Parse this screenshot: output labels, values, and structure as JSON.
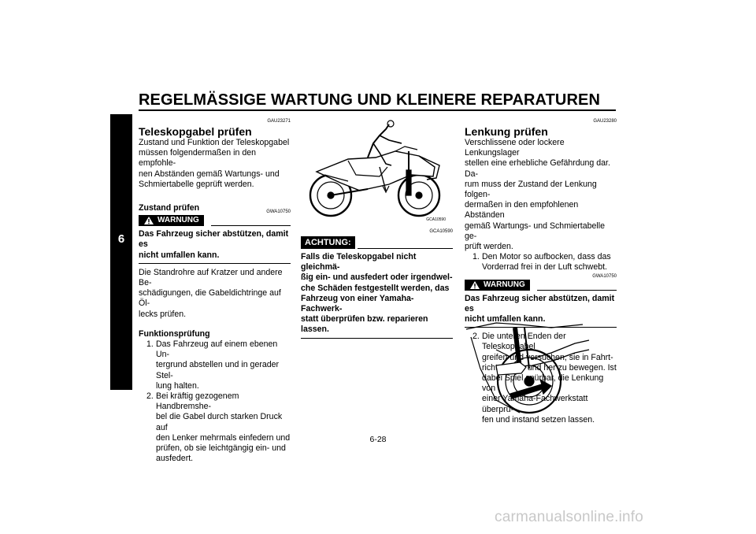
{
  "header": {
    "title": "REGELMÄSSIGE WARTUNG UND KLEINERE REPARATUREN"
  },
  "chapter_tab": "6",
  "col1": {
    "code": "GAU23271",
    "heading": "Teleskopgabel prüfen",
    "intro": [
      "Zustand und Funktion der Teleskopgabel",
      "müssen folgendermaßen in den empfohle-",
      "nen Abständen gemäß Wartungs- und",
      "Schmiertabelle geprüft werden."
    ],
    "subheading1": "Zustand prüfen",
    "warning_code": "GWA10750",
    "warning_label": "WARNUNG",
    "warning_text": [
      "Das Fahrzeug sicher abstützen, damit es",
      "nicht umfallen kann."
    ],
    "body1": [
      "Die Standrohre auf Kratzer und andere Be-",
      "schädigungen, die Gabeldichtringe auf Öl-",
      "lecks prüfen."
    ],
    "subheading2": "Funktionsprüfung",
    "steps": [
      {
        "num": "1.",
        "lines": [
          "Das Fahrzeug auf einem ebenen Un-",
          "tergrund abstellen und in gerader Stel-",
          "lung halten."
        ]
      },
      {
        "num": "2.",
        "lines": [
          "Bei kräftig gezogenem Handbremshe-",
          "bel die Gabel durch starken Druck auf",
          "den Lenker mehrmals einfedern und",
          "prüfen, ob sie leichtgängig ein- und",
          "ausfedert."
        ]
      }
    ]
  },
  "col2": {
    "caution_code": "GCA10590",
    "caution_label": "ACHTUNG:",
    "caution_text": [
      "Falls die Teleskopgabel nicht gleichmä-",
      "ßig ein- und ausfedert oder irgendwel-",
      "che Schäden festgestellt werden, das",
      "Fahrzeug von einer Yamaha-Fachwerk-",
      "statt überprüfen bzw. reparieren lassen."
    ]
  },
  "col3": {
    "code": "GAU23280",
    "heading": "Lenkung prüfen",
    "intro": [
      "Verschlissene oder lockere Lenkungslager",
      "stellen eine erhebliche Gefährdung dar. Da-",
      "rum muss der Zustand der Lenkung folgen-",
      "dermaßen in den empfohlenen Abständen",
      "gemäß Wartungs- und Schmiertabelle ge-",
      "prüft werden."
    ],
    "step1": {
      "num": "1.",
      "lines": [
        "Den Motor so aufbocken, dass das",
        "Vorderrad frei in der Luft schwebt."
      ]
    },
    "warning_code": "GWA10750",
    "warning_label": "WARNUNG",
    "warning_text": [
      "Das Fahrzeug sicher abstützen, damit es",
      "nicht umfallen kann."
    ],
    "step2": {
      "num": "2.",
      "lines": [
        "Die unteren Enden der Teleskopgabel",
        "greifen und versuchen, sie in Fahrt-",
        "richtung hin und her zu bewegen. Ist",
        "dabei Spiel spürbar, die Lenkung von",
        "einer Yamaha-Fachwerkstatt überprü-",
        "fen und instand setzen lassen."
      ]
    }
  },
  "page_number": "6-28",
  "watermark": "carmanualsonline.info"
}
